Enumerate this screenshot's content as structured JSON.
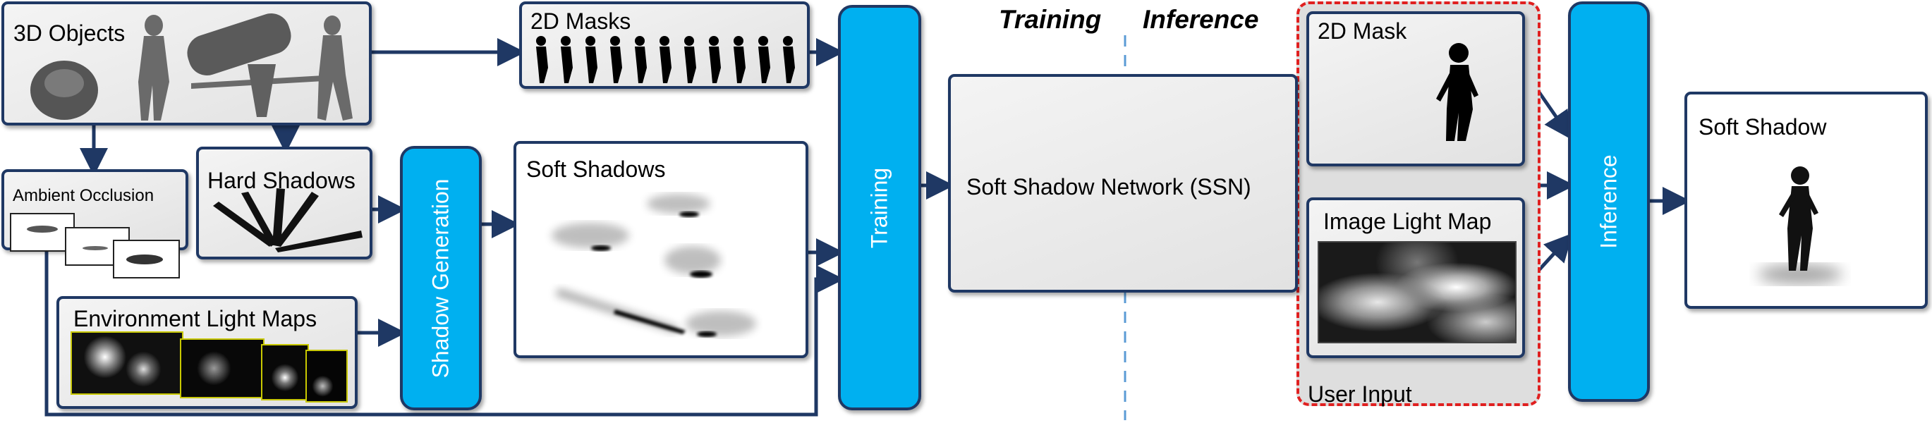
{
  "headings": {
    "training": "Training",
    "inference": "Inference"
  },
  "boxes": {
    "objects_3d": "3D Objects",
    "masks_2d": "2D Masks",
    "hard_shadows": "Hard Shadows",
    "ambient_occlusion": "Ambient Occlusion",
    "env_light_maps": "Environment Light Maps",
    "soft_shadows": "Soft Shadows",
    "ssn": "Soft Shadow Network (SSN)",
    "mask_2d": "2D Mask",
    "image_light_map": "Image Light Map",
    "user_input": "User Input",
    "soft_shadow": "Soft Shadow"
  },
  "processes": {
    "shadow_generation": "Shadow Generation",
    "training": "Training",
    "inference": "Inference"
  },
  "colors": {
    "accent": "#00b0f0",
    "border": "#1f3864",
    "dashed": "#e02020",
    "divider": "#5b9bd5"
  }
}
